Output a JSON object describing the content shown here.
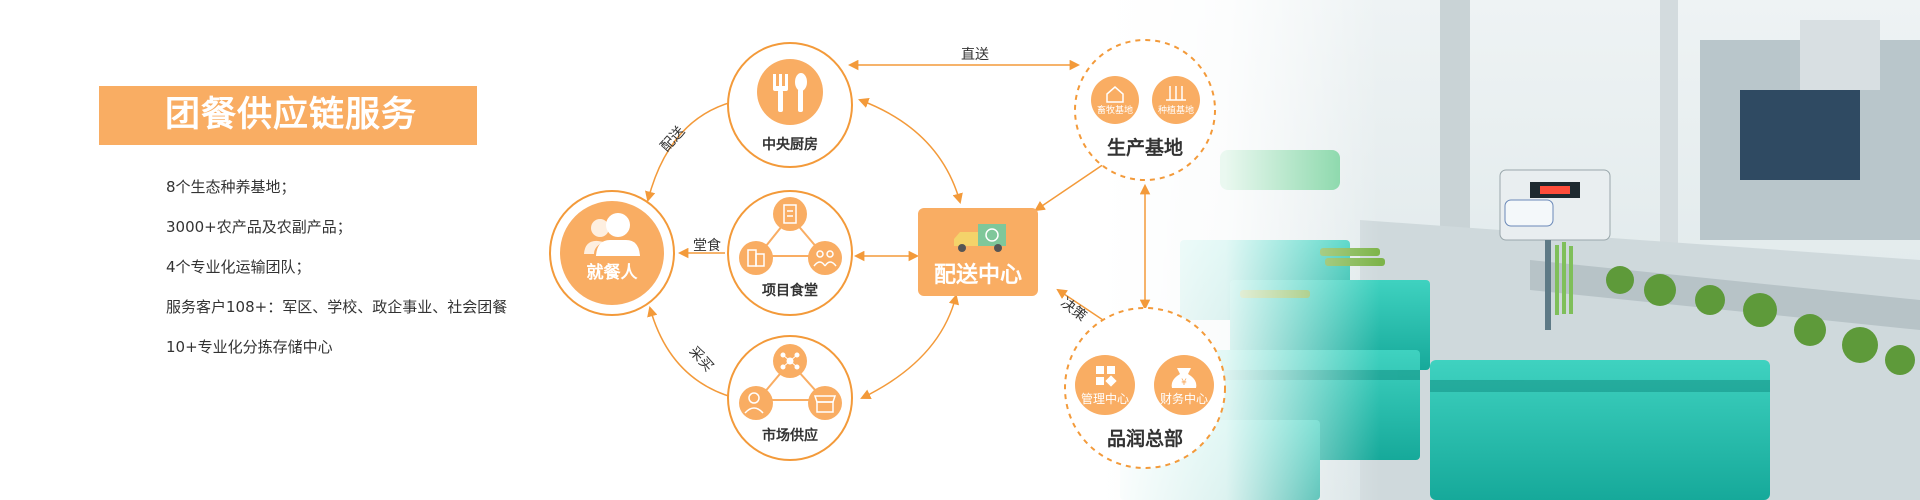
{
  "intro": {
    "title": "团餐供应链服务",
    "bullets": [
      "8个生态种养基地；",
      "3000+农产品及农副产品；",
      "4个专业化运输团队；",
      "服务客户108+：军区、学校、政企事业、社会团餐",
      "10+专业化分拣存储中心"
    ]
  },
  "diagram": {
    "nodes": {
      "central_kitchen": "中央厨房",
      "diner": "就餐人",
      "project_canteen": "项目食堂",
      "market_supply": "市场供应",
      "distribution_center": "配送中心",
      "production_base": "生产基地",
      "livestock_base": "畜牧基地",
      "planting_base": "种植基地",
      "headquarters": "品润总部",
      "management_center": "管理中心",
      "finance_center": "财务中心"
    },
    "edges": {
      "direct": "直送",
      "delivery": "配送",
      "dine_in": "堂食",
      "purchase": "采买",
      "decision": "决策"
    }
  },
  "colors": {
    "accent": "#f9ad63",
    "accent_dark": "#f39a3a",
    "text": "#333333"
  }
}
